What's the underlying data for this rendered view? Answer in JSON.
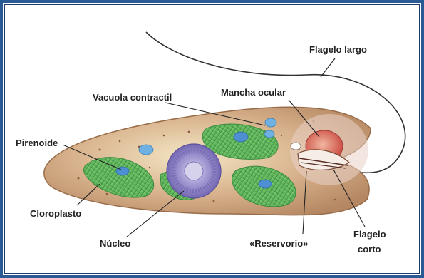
{
  "labels": {
    "flagelo_largo": "Flagelo largo",
    "mancha_ocular": "Mancha ocular",
    "vacuola_contractil": "Vacuola contractil",
    "pirenoide": "Pirenoide",
    "cloroplasto": "Cloroplasto",
    "nucleo": "Núcleo",
    "reservorio": "«Reservorio»",
    "flagelo_corto_1": "Flagelo",
    "flagelo_corto_2": "corto"
  },
  "colors": {
    "frame": "#2b5b95",
    "cell_body": "#c9a17d",
    "chloroplast": "#69c061",
    "nucleus": "#8f86c6",
    "eyespot": "#d0605a",
    "vacuole": "#5aa0d8"
  }
}
